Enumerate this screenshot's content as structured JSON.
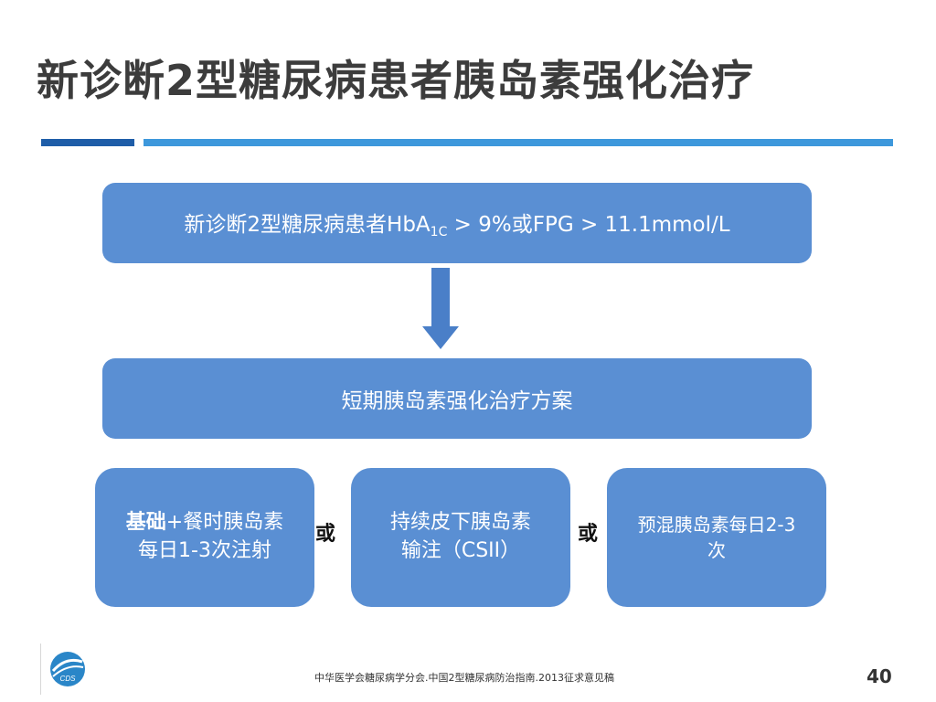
{
  "slide": {
    "title": "新诊断2型糖尿病患者胰岛素强化治疗",
    "page_number": "40",
    "footer": "中华医学会糖尿病学分会.中国2型糖尿病防治指南.2013征求意见稿",
    "logo_text": "CDS"
  },
  "flow": {
    "criteria_prefix": "新诊断2型糖尿病患者HbA",
    "criteria_sub": "1C",
    "criteria_suffix": " > 9%或FPG > 11.1mmol/L",
    "plan": "短期胰岛素强化治疗方案",
    "option_a_bold": "基础",
    "option_a_rest": "+餐时胰岛素",
    "option_a_line2": "每日1-3次注射",
    "or_label": "或",
    "option_b_line1": "持续皮下胰岛素",
    "option_b_line2": "输注（CSII）",
    "option_c_line1": "预混胰岛素每日2-3",
    "option_c_line2": "次"
  },
  "colors": {
    "box": "#5a8fd3",
    "arrow": "#4a7fc8",
    "rule_dark": "#1e5da8",
    "rule_light": "#3d98dc",
    "title": "#3c3c3c"
  }
}
